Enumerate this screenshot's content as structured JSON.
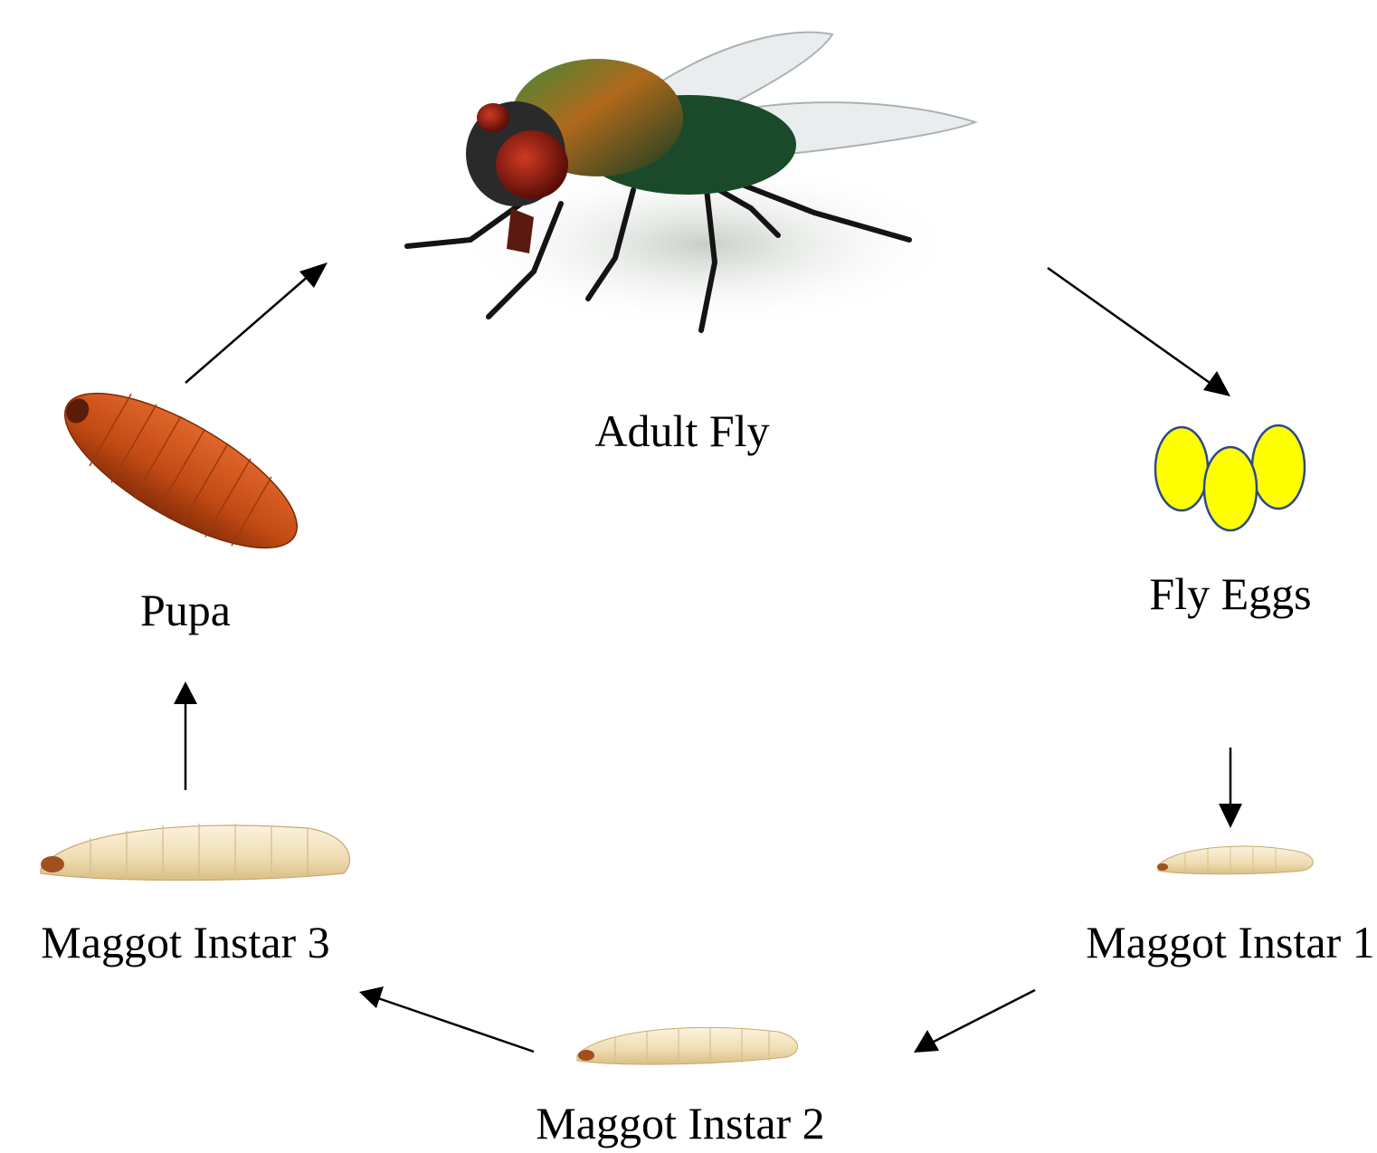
{
  "stages": {
    "adult_fly": "Adult Fly",
    "fly_eggs": "Fly Eggs",
    "maggot_instar_1": "Maggot Instar 1",
    "maggot_instar_2": "Maggot Instar 2",
    "maggot_instar_3": "Maggot Instar 3",
    "pupa": "Pupa"
  },
  "colors": {
    "arrow": "#000000",
    "egg_fill": "#ffff00",
    "egg_stroke": "#2b4a8a",
    "fly_body": "#1f5a2a",
    "fly_eye": "#8a1a10",
    "pupa": "#c44a14",
    "maggot": "#f1e2bf"
  }
}
